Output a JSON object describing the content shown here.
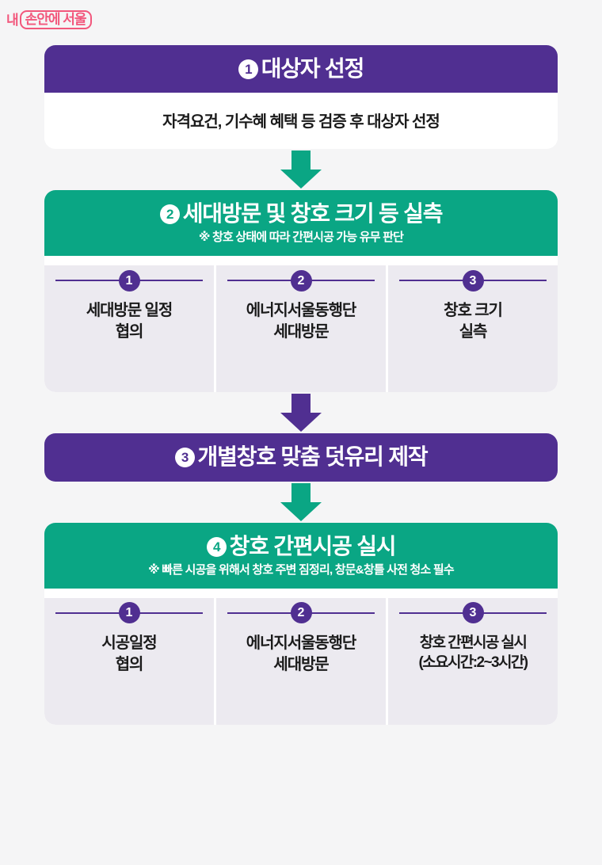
{
  "brand": {
    "logo_part1": "내",
    "logo_part2": "손안에 서울",
    "logo_color": "#f2577c"
  },
  "theme": {
    "purple": "#502f91",
    "green": "#0aa684",
    "sub_bg": "#eceaf0",
    "page_bg": "#f5f5f6",
    "text": "#1b1b1b"
  },
  "steps": [
    {
      "number": "❶",
      "number_glyph": "1",
      "title": "대상자 선정",
      "header_color": "purple",
      "body": "자격요건, 기수혜 혜택 등 검증 후 대상자 선정",
      "note": "",
      "substeps": []
    },
    {
      "number": "❷",
      "number_glyph": "2",
      "title": "세대방문 및 창호 크기 등 실측",
      "header_color": "green",
      "body": "",
      "note": "※ 창호 상태에 따라 간편시공 가능 유무 판단",
      "substeps": [
        {
          "num": "1",
          "text": "세대방문 일정\n협의"
        },
        {
          "num": "2",
          "text": "에너지서울동행단\n세대방문"
        },
        {
          "num": "3",
          "text": "창호 크기\n실측"
        }
      ]
    },
    {
      "number": "❸",
      "number_glyph": "3",
      "title": "개별창호 맞춤 덧유리 제작",
      "header_color": "purple",
      "body": "",
      "note": "",
      "substeps": []
    },
    {
      "number": "❹",
      "number_glyph": "4",
      "title": "창호 간편시공 실시",
      "header_color": "green",
      "body": "",
      "note": "※ 빠른 시공을 위해서 창호 주변 짐정리, 창문&창틀 사전 청소 필수",
      "substeps": [
        {
          "num": "1",
          "text": "시공일정\n협의"
        },
        {
          "num": "2",
          "text": "에너지서울동행단\n세대방문"
        },
        {
          "num": "3",
          "text": "창호 간편시공 실시\n(소요시간:2~3시간)"
        }
      ]
    }
  ],
  "arrows": [
    {
      "after_step": 1,
      "color": "green",
      "icon": "down-arrow-icon"
    },
    {
      "after_step": 2,
      "color": "purple",
      "icon": "down-arrow-icon"
    },
    {
      "after_step": 3,
      "color": "green",
      "icon": "down-arrow-icon"
    }
  ]
}
